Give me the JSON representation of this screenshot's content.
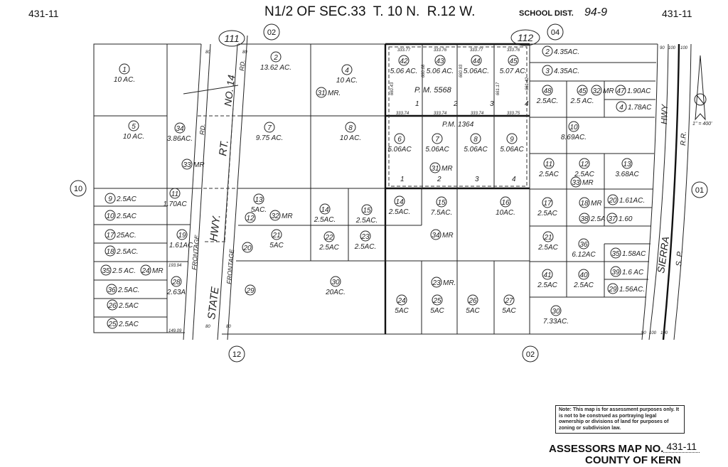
{
  "header": {
    "map_no_left": "431-11",
    "map_no_right": "431-11",
    "title": "N1/2 OF SEC.33  T. 10 N.  R.12 W.",
    "school_label": "SCHOOL DIST.",
    "school_no": "94-9"
  },
  "adjacent_refs": [
    "111",
    "02",
    "112",
    "04",
    "10",
    "01",
    "12",
    "02"
  ],
  "roads": {
    "state_hwy": "STATE",
    "hwy": "HWY.",
    "rt": "RT.",
    "no14": "NO. 14",
    "rd1": "RD.",
    "rd2": "RD.",
    "frontage1": "FRONTAGE",
    "frontage2": "FRONTAGE",
    "sierra": "SIERRA",
    "sierra_hwy": "HWY",
    "sp": "S. P.",
    "rr": "R.R."
  },
  "scale": "1\" = 400'",
  "parcel_maps": {
    "pm5568": "P.  M.   5568",
    "pm1364": "P.M.  1364",
    "lots": [
      "1",
      "2",
      "3",
      "4",
      "1",
      "2",
      "3",
      "4"
    ]
  },
  "dimensions": [
    "333.77",
    "333.76",
    "333.77",
    "333.76",
    "333.74",
    "333.74",
    "333.74",
    "333.75",
    "660.43",
    "660.68",
    "660.93",
    "661.17",
    "661.42",
    "80",
    "80",
    "80",
    "80",
    "193.94",
    "149.09",
    "90",
    "100",
    "100",
    "90",
    "100",
    "100"
  ],
  "parcels": [
    {
      "n": "1",
      "ac": "10 AC."
    },
    {
      "n": "5",
      "ac": "10 AC."
    },
    {
      "n": "34",
      "ac": "3.86AC."
    },
    {
      "n": "33",
      "ac": "MR"
    },
    {
      "n": "9",
      "ac": "2.5AC"
    },
    {
      "n": "10",
      "ac": "2.5AC"
    },
    {
      "n": "17",
      "ac": "25AC."
    },
    {
      "n": "18",
      "ac": "2.5AC."
    },
    {
      "n": "35",
      "ac": "2.5 AC."
    },
    {
      "n": "24",
      "ac": "MR"
    },
    {
      "n": "36",
      "ac": "2.5AC."
    },
    {
      "n": "26",
      "ac": "2.5AC"
    },
    {
      "n": "25",
      "ac": "2.5AC"
    },
    {
      "n": "11",
      "ac": "1.70AC"
    },
    {
      "n": "19",
      "ac": "1.61AC."
    },
    {
      "n": "28",
      "ac": "2.63A"
    },
    {
      "n": "2",
      "ac": "13.62 AC."
    },
    {
      "n": "4",
      "ac": "10 AC."
    },
    {
      "n": "31",
      "ac": "MR."
    },
    {
      "n": "7",
      "ac": "9.75 AC."
    },
    {
      "n": "8",
      "ac": "10 AC."
    },
    {
      "n": "42",
      "ac": "5.06 AC."
    },
    {
      "n": "43",
      "ac": "5.06 AC."
    },
    {
      "n": "44",
      "ac": "5.06AC."
    },
    {
      "n": "45",
      "ac": "5.07 AC."
    },
    {
      "n": "6",
      "ac": "5.06AC"
    },
    {
      "n": "7",
      "ac": "5.06AC"
    },
    {
      "n": "8",
      "ac": "5.06AC"
    },
    {
      "n": "9",
      "ac": "5.06AC"
    },
    {
      "n": "31",
      "ac": "MR"
    },
    {
      "n": "13",
      "ac": "5AC."
    },
    {
      "n": "12",
      "ac": ""
    },
    {
      "n": "32",
      "ac": "MR"
    },
    {
      "n": "14",
      "ac": "2.5AC."
    },
    {
      "n": "15",
      "ac": "2.5AC."
    },
    {
      "n": "21",
      "ac": "5AC"
    },
    {
      "n": "22",
      "ac": "2.5AC"
    },
    {
      "n": "23",
      "ac": "2.5AC."
    },
    {
      "n": "20",
      "ac": ""
    },
    {
      "n": "29",
      "ac": ""
    },
    {
      "n": "30",
      "ac": "20AC."
    },
    {
      "n": "14",
      "ac": "2.5AC."
    },
    {
      "n": "15",
      "ac": "7.5AC."
    },
    {
      "n": "16",
      "ac": "10AC."
    },
    {
      "n": "34",
      "ac": "MR"
    },
    {
      "n": "23",
      "ac": "MR."
    },
    {
      "n": "24",
      "ac": "5AC"
    },
    {
      "n": "25",
      "ac": "5AC"
    },
    {
      "n": "26",
      "ac": "5AC"
    },
    {
      "n": "27",
      "ac": "5AC"
    },
    {
      "n": "2",
      "ac": "4.35AC."
    },
    {
      "n": "3",
      "ac": "4.35AC."
    },
    {
      "n": "48",
      "ac": "2.5AC."
    },
    {
      "n": "45",
      "ac": "2.5 AC."
    },
    {
      "n": "32",
      "ac": "MR"
    },
    {
      "n": "47",
      "ac": "1.90AC"
    },
    {
      "n": "4",
      "ac": "1.78AC"
    },
    {
      "n": "10",
      "ac": "8.69AC."
    },
    {
      "n": "11",
      "ac": "2.5AC"
    },
    {
      "n": "12",
      "ac": "2.5AC"
    },
    {
      "n": "33",
      "ac": "MR"
    },
    {
      "n": "13",
      "ac": "3.68AC"
    },
    {
      "n": "17",
      "ac": "2.5AC"
    },
    {
      "n": "18",
      "ac": "MR"
    },
    {
      "n": "20",
      "ac": "1.61AC."
    },
    {
      "n": "38",
      "ac": "2.5A"
    },
    {
      "n": "37",
      "ac": "1.60"
    },
    {
      "n": "21",
      "ac": "2.5AC"
    },
    {
      "n": "36",
      "ac": "6.12AC"
    },
    {
      "n": "35",
      "ac": "1.58AC"
    },
    {
      "n": "41",
      "ac": "2.5AC"
    },
    {
      "n": "40",
      "ac": "2.5AC"
    },
    {
      "n": "39",
      "ac": "1.6 AC"
    },
    {
      "n": "29",
      "ac": "1.56AC."
    },
    {
      "n": "30",
      "ac": "7.33AC."
    }
  ],
  "footer": {
    "note": "Note: This map is for assessment purposes only. It is not to be construed as portraying legal ownership or divisions of land for purposes of zoning or subdivision law.",
    "assessors_label": "ASSESSORS MAP NO.",
    "assessors_no": "431-11",
    "county": "COUNTY OF KERN"
  }
}
